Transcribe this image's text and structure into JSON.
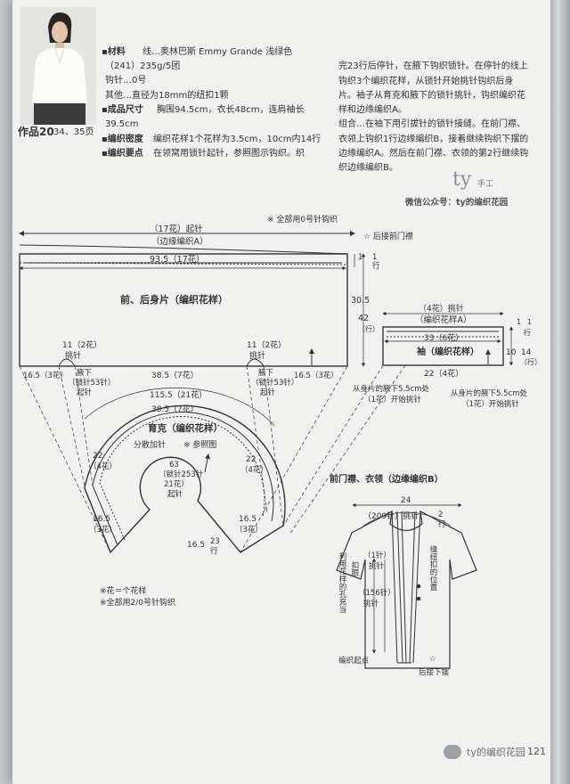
{
  "work": {
    "label": "作品20",
    "pages": "34、35页"
  },
  "materials": {
    "head": "▪材料",
    "line1": "线…奥林巴斯 Emmy Grande 浅绿色",
    "line2": "（241）235g/5团",
    "line3": "钩针…0号",
    "line4": "其他…直径为18mm的纽扣1颗"
  },
  "size": {
    "head": "▪成品尺寸",
    "line1": "胸围94.5cm，衣长48cm，连肩袖长",
    "line2": "39.5cm"
  },
  "density": {
    "head": "▪编织密度",
    "text": "编织花样1个花样为3.5cm，10cm内14行"
  },
  "keypoints": {
    "head": "▪编织要点",
    "text": "在领窝用锁针起针，参照图示钩织。织"
  },
  "right_text": {
    "l1": "完23行后停针，在腋下钩织锁针。在停针的线上",
    "l2": "钩织3个编织花样，从锁针开始挑针钩织后身",
    "l3": "片。袖子从育克和腋下的锁针挑针，钩织编织花",
    "l4": "样和边缘编织A。",
    "l5": "组合…在袖下用引拔针的锁针接缝。在前门襟、",
    "l6": "衣领上钩织1行边缘编织B，接着继续钩织下摆的",
    "l7": "边缘编织A。然后在前门襟、衣领的第2行继续钩",
    "l8": "织边缘编织B。"
  },
  "brand": {
    "logo": "ty",
    "logo_sub": "手工",
    "wechat": "微信公众号：ty的编织花园"
  },
  "body_diagram": {
    "note_top": "※ 全部用0号针钩织",
    "start_chain": "（17花）起针",
    "edge_a": "（边缘编织A）",
    "width_935": "93.5（17花）",
    "title": "前、后身片（编织花样）",
    "back_band": "☆ 后接前门襟",
    "r1": "1",
    "r1b": "1",
    "r1c": "行",
    "h305": "30.5",
    "h42": "42",
    "hrow": "（行）",
    "flower11a": "11（2花）",
    "pick_a": "挑针",
    "flower11b": "11（2花）",
    "pick_b": "挑针",
    "w165a": "16.5（3花）",
    "w385": "38.5（7花）",
    "w165b": "16.5（3花）",
    "arm_a1": "腋下",
    "arm_a2": "（锁针53针）",
    "arm_a3": "起针",
    "arm_b1": "腋下",
    "arm_b2": "（锁针53针）",
    "arm_b3": "起针"
  },
  "sleeve_diagram": {
    "pick": "（4花）挑针",
    "pattern_a": "（编织花样A）",
    "w33": "33（6花）",
    "title": "袖（编织花样）",
    "w22": "22（4花）",
    "r1": "1",
    "r1b": "1",
    "r1c": "行",
    "h10": "10",
    "h14": "14",
    "hrow": "（行）",
    "note_left1": "从身片的腋下5.5cm处",
    "note_left2": "（1花）开始挑针",
    "note_right1": "从身片的腋下5.5cm处",
    "note_right2": "（1花）开始挑针"
  },
  "yoke_diagram": {
    "w1155": "115.5（21花）",
    "w385": "38.5（7花）",
    "title": "育克（编织花样）",
    "dec": "分散加针",
    "ref": "※ 参照图",
    "h22a": "22",
    "h22a2": "（4花）",
    "h22b": "22",
    "h22b2": "（4花）",
    "h165a": "16.5",
    "h165a2": "（3花）",
    "h165b": "16.5",
    "h165b2": "（3花）",
    "neck1": "63",
    "neck2": "（锁针253针",
    "neck3": "21花）",
    "neck4": "起针",
    "h165c": "16.5",
    "r23": "23",
    "r23b": "行"
  },
  "placket_diagram": {
    "title": "前门襟、衣领（边缘编织B）",
    "w24": "24",
    "pick209": "（209针）挑针",
    "r2": "2",
    "r2b": "行",
    "st1": "（1针）",
    "st1b": "挑针",
    "buttonhole": "扣眼",
    "use_pattern": "利用花样的孔充当",
    "button_pos": "缝纽扣的位置",
    "st156": "（156针）",
    "st156b": "挑针",
    "start_point": "编织起点",
    "back_hem": "后接下摆",
    "star": "☆"
  },
  "notes": {
    "n1": "※花＝个花样",
    "n2": "※全部用2/0号针钩织"
  },
  "footer": {
    "wechat": "ty的编织花园",
    "page": "121"
  }
}
